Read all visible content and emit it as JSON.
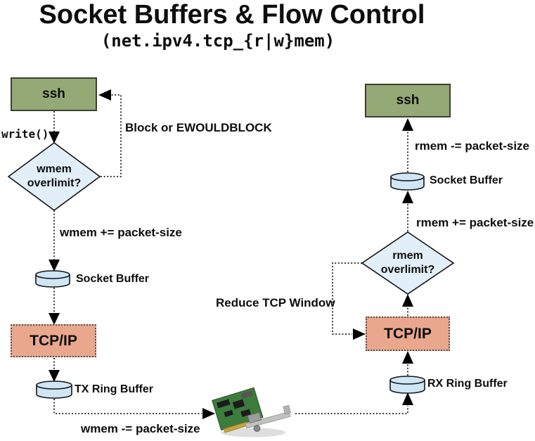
{
  "title": "Socket Buffers & Flow Control",
  "subtitle": "(net.ipv4.tcp_{r|w}mem)",
  "colors": {
    "process_box_green": "#95a976",
    "decision_blue": "#e2eff9",
    "buffer_cylinder_blue": "#cfe6f4",
    "tcpip_salmon": "#e9a88e",
    "line_gray": "#3c3c3c"
  },
  "write_path": {
    "ssh": "ssh",
    "syscall": "write()",
    "block": "Block or EWOULDBLOCK",
    "decision_line1": "wmem",
    "decision_line2": "overlimit?",
    "increase": "wmem += packet-size",
    "socket_buffer": "Socket Buffer",
    "tcpip": "TCP/IP",
    "tx_ring": "TX Ring Buffer",
    "decrease": "wmem -= packet-size"
  },
  "read_path": {
    "ssh": "ssh",
    "decrease": "rmem -= packet-size",
    "socket_buffer": "Socket Buffer",
    "increase": "rmem += packet-size",
    "decision_line1": "rmem",
    "decision_line2": "overlimit?",
    "reduce_window": "Reduce TCP Window",
    "tcpip": "TCP/IP",
    "rx_ring": "RX Ring Buffer"
  },
  "images": {
    "nic": "ethernet-network-interface-card"
  }
}
